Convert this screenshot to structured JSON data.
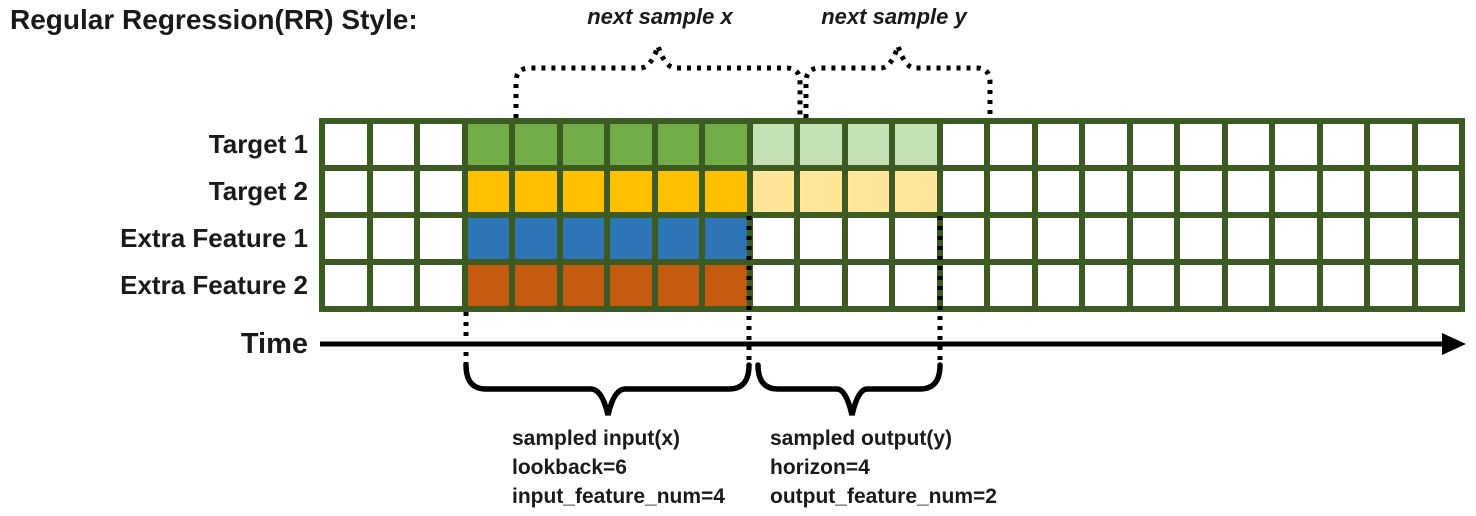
{
  "title": "Regular Regression(RR) Style:",
  "annotations": {
    "next_sample_x": "next sample x",
    "next_sample_y": "next sample y"
  },
  "time_axis": {
    "label": "Time"
  },
  "input_annotation": {
    "line1": "sampled input(x)",
    "line2": "lookback=6",
    "line3": "input_feature_num=4"
  },
  "output_annotation": {
    "line1": "sampled output(y)",
    "line2": "horizon=4",
    "line3": "output_feature_num=2"
  },
  "grid": {
    "columns": 24,
    "border_color": "#3B5B23",
    "colors": {
      "w": "#FFFFFF",
      "g": "#70AD47",
      "lg": "#C5E0B4",
      "y": "#FFC000",
      "ly": "#FFE699",
      "b": "#2E75B6",
      "o": "#C55A11"
    },
    "rows": [
      {
        "label": "Target 1",
        "cells": [
          "w",
          "w",
          "w",
          "g",
          "g",
          "g",
          "g",
          "g",
          "g",
          "lg",
          "lg",
          "lg",
          "lg",
          "w",
          "w",
          "w",
          "w",
          "w",
          "w",
          "w",
          "w",
          "w",
          "w",
          "w"
        ]
      },
      {
        "label": "Target 2",
        "cells": [
          "w",
          "w",
          "w",
          "y",
          "y",
          "y",
          "y",
          "y",
          "y",
          "ly",
          "ly",
          "ly",
          "ly",
          "w",
          "w",
          "w",
          "w",
          "w",
          "w",
          "w",
          "w",
          "w",
          "w",
          "w"
        ]
      },
      {
        "label": "Extra Feature 1",
        "cells": [
          "w",
          "w",
          "w",
          "b",
          "b",
          "b",
          "b",
          "b",
          "b",
          "w",
          "w",
          "w",
          "w",
          "w",
          "w",
          "w",
          "w",
          "w",
          "w",
          "w",
          "w",
          "w",
          "w",
          "w"
        ]
      },
      {
        "label": "Extra Feature 2",
        "cells": [
          "w",
          "w",
          "w",
          "o",
          "o",
          "o",
          "o",
          "o",
          "o",
          "w",
          "w",
          "w",
          "w",
          "w",
          "w",
          "w",
          "w",
          "w",
          "w",
          "w",
          "w",
          "w",
          "w",
          "w"
        ]
      }
    ]
  }
}
